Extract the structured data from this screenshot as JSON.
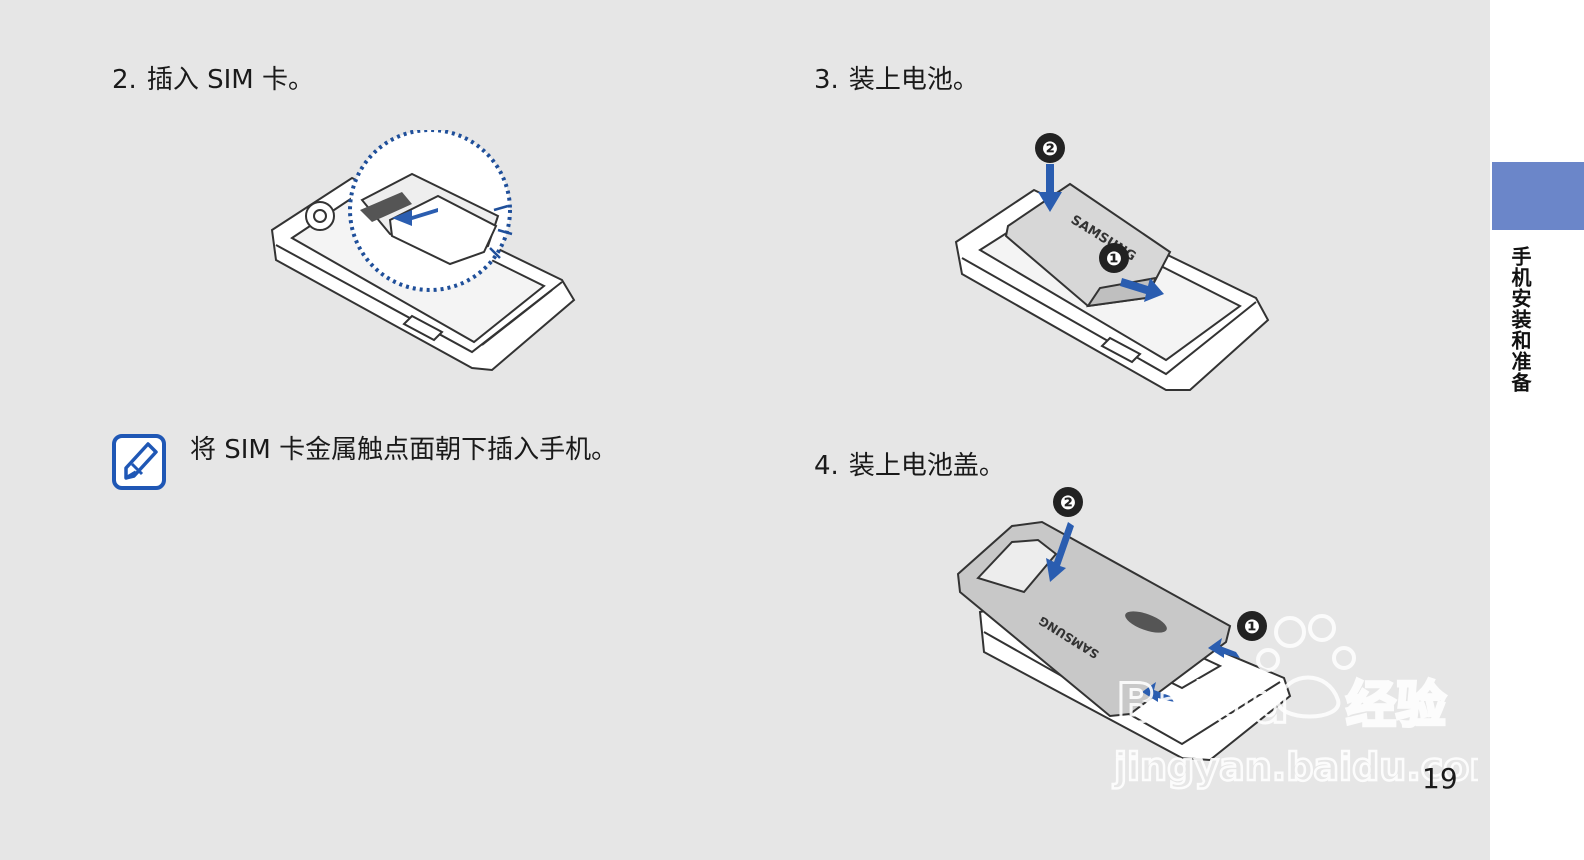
{
  "steps": [
    {
      "number": "2.",
      "text": "插入 SIM 卡。"
    },
    {
      "number": "3.",
      "text": "装上电池。"
    },
    {
      "number": "4.",
      "text": "装上电池盖。"
    }
  ],
  "note": {
    "text": "将 SIM 卡金属触点面朝下插入手机。"
  },
  "sidebar": {
    "section_title": "手机安装和准备"
  },
  "illustrations": {
    "battery_label": "SAMSUNG",
    "cover_label": "SAMSUNG",
    "callouts": [
      "❶",
      "❷"
    ]
  },
  "page_number": "19",
  "watermark": {
    "brand": "Baidu",
    "cn": "经验",
    "url": "jingyan.baidu.com"
  },
  "colors": {
    "accent_tab": "#6b86c9",
    "arrow": "#2a5db0",
    "background": "#e6e6e6"
  }
}
